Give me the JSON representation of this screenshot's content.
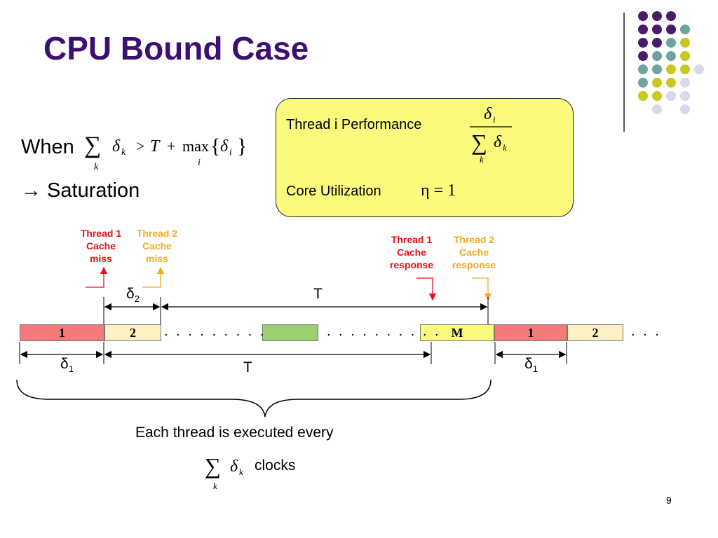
{
  "slide": {
    "title": "CPU Bound Case",
    "page_number": "9"
  },
  "left_text": {
    "when_word": "When",
    "saturation_line": "→ Saturation"
  },
  "info_box": {
    "thread_perf_label": "Thread i Performance",
    "core_util_label": "Core Utilization",
    "core_util_formula": "η = 1"
  },
  "annotations": {
    "t1_miss": "Thread 1\nCache\nmiss",
    "t2_miss": "Thread 2\nCache\nmiss",
    "t1_response": "Thread 1\nCache\nresponse",
    "t2_response": "Thread 2\nCache\nresponse"
  },
  "timeline": {
    "segments": [
      "1",
      "2",
      "M",
      "1",
      "2"
    ],
    "dots_left": ". . . . . . . . .",
    "dots_right": ". . . . . . . . . .",
    "dots_end": ". . .",
    "delta2_label": "δ",
    "delta2_sub": "2",
    "T_top": "T",
    "delta1_label": "δ",
    "delta1_sub": "1",
    "T_bottom": "T",
    "delta1b_label": "δ",
    "delta1b_sub": "1"
  },
  "footer": {
    "each_thread": "Each thread is executed every",
    "clocks": "clocks"
  },
  "colors": {
    "title": "#3d0f73",
    "box_fill": "#fafa7d",
    "seg_red": "#f47a7a",
    "seg_cream": "#fdf0c2",
    "seg_green": "#9ad06e",
    "seg_yellow": "#fafa7d",
    "anno_red": "#e8101a",
    "anno_orange": "#f5a822"
  }
}
